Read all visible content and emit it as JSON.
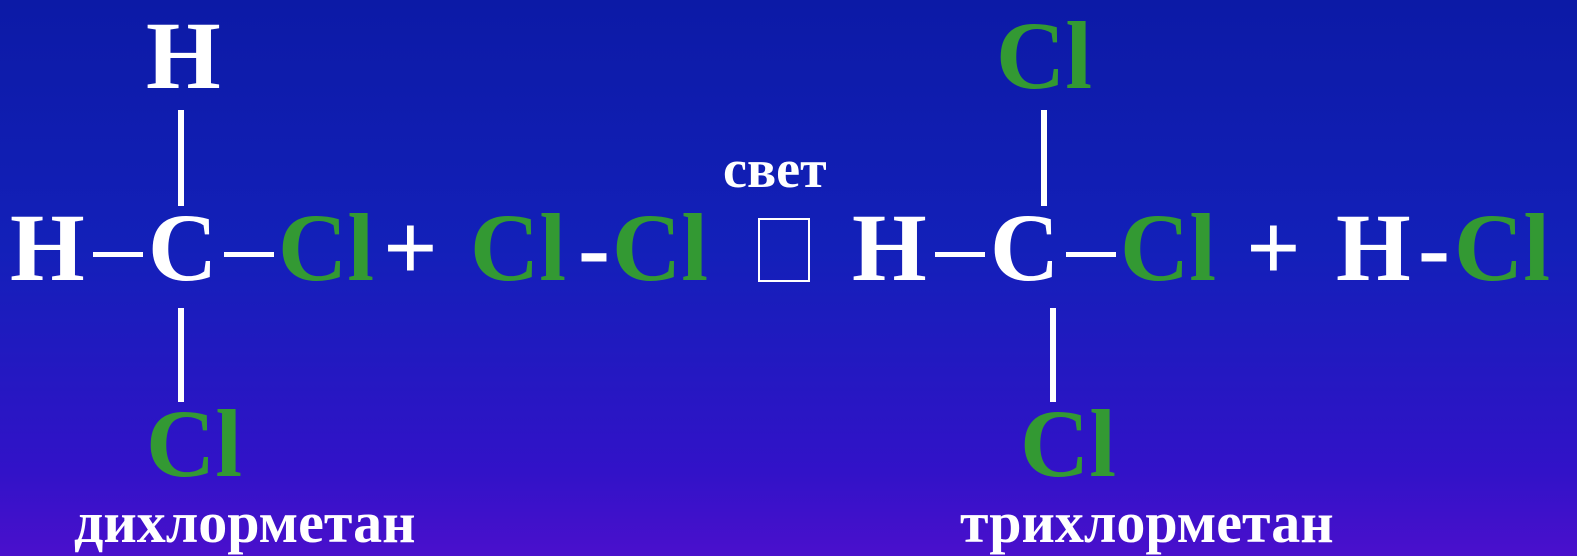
{
  "colors": {
    "background_top": "#0c1aa6",
    "background_bottom": "#4a10cc",
    "atom_default": "#ffffff",
    "chlorine": "#339933"
  },
  "reactant": {
    "top_atom": "H",
    "left_atom": "H",
    "center_atom": "C",
    "right_atom": "Cl",
    "bottom_atom": "Cl",
    "name": "дихлорметан"
  },
  "plus_1": "+",
  "chlorine_molecule": {
    "left": "Cl",
    "bond": "-",
    "right": "Cl"
  },
  "condition": "свет",
  "arrow_icon": "missing-glyph-box-icon",
  "product": {
    "top_atom": "Cl",
    "left_atom": "H",
    "center_atom": "C",
    "right_atom": "Cl",
    "bottom_atom": "Cl",
    "name": "трихлорметан"
  },
  "plus_2": "+",
  "hcl_molecule": {
    "left": "H",
    "bond": "-",
    "right": "Cl"
  }
}
